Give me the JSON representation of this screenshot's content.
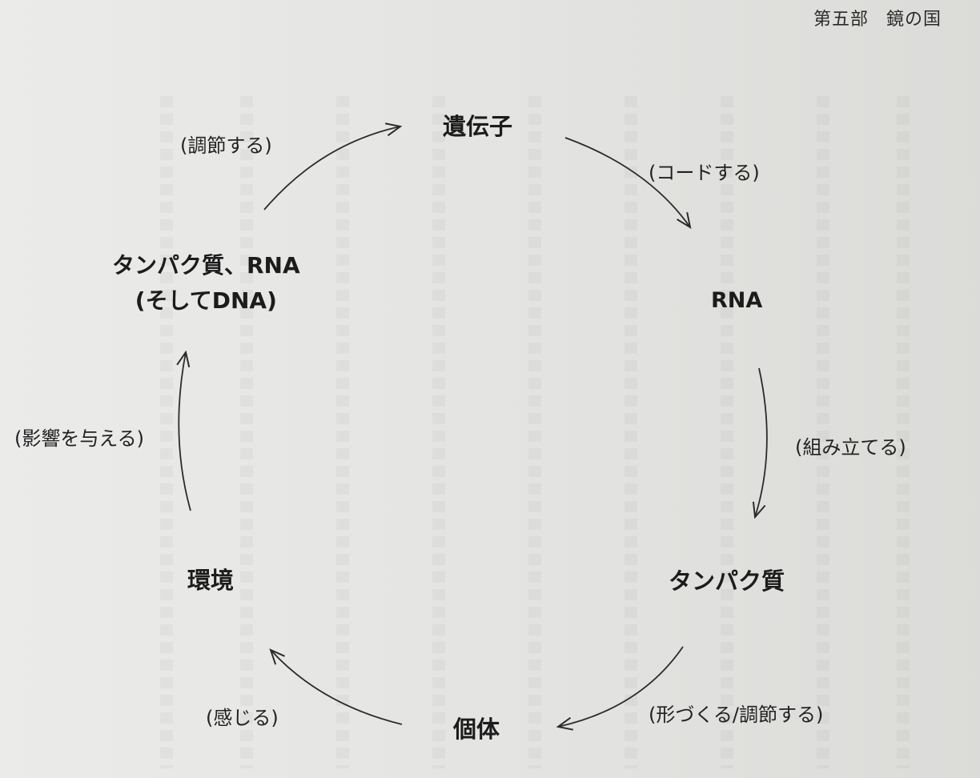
{
  "header": {
    "part": "第五部",
    "chapter": "鏡の国"
  },
  "nodes": {
    "gene": "遺伝子",
    "rna": "RNA",
    "protein": "タンパク質",
    "individual": "個体",
    "environment": "環境",
    "protein_rna_line1": "タンパク質、RNA",
    "protein_rna_line2": "(そしてDNA)"
  },
  "edges": {
    "gene_to_rna": "(コードする)",
    "rna_to_protein": "(組み立てる)",
    "protein_to_individual": "(形づくる/調節する)",
    "individual_to_environment": "(感じる)",
    "environment_to_protein_rna": "(影響を与える)",
    "protein_rna_to_gene": "(調節する)"
  }
}
